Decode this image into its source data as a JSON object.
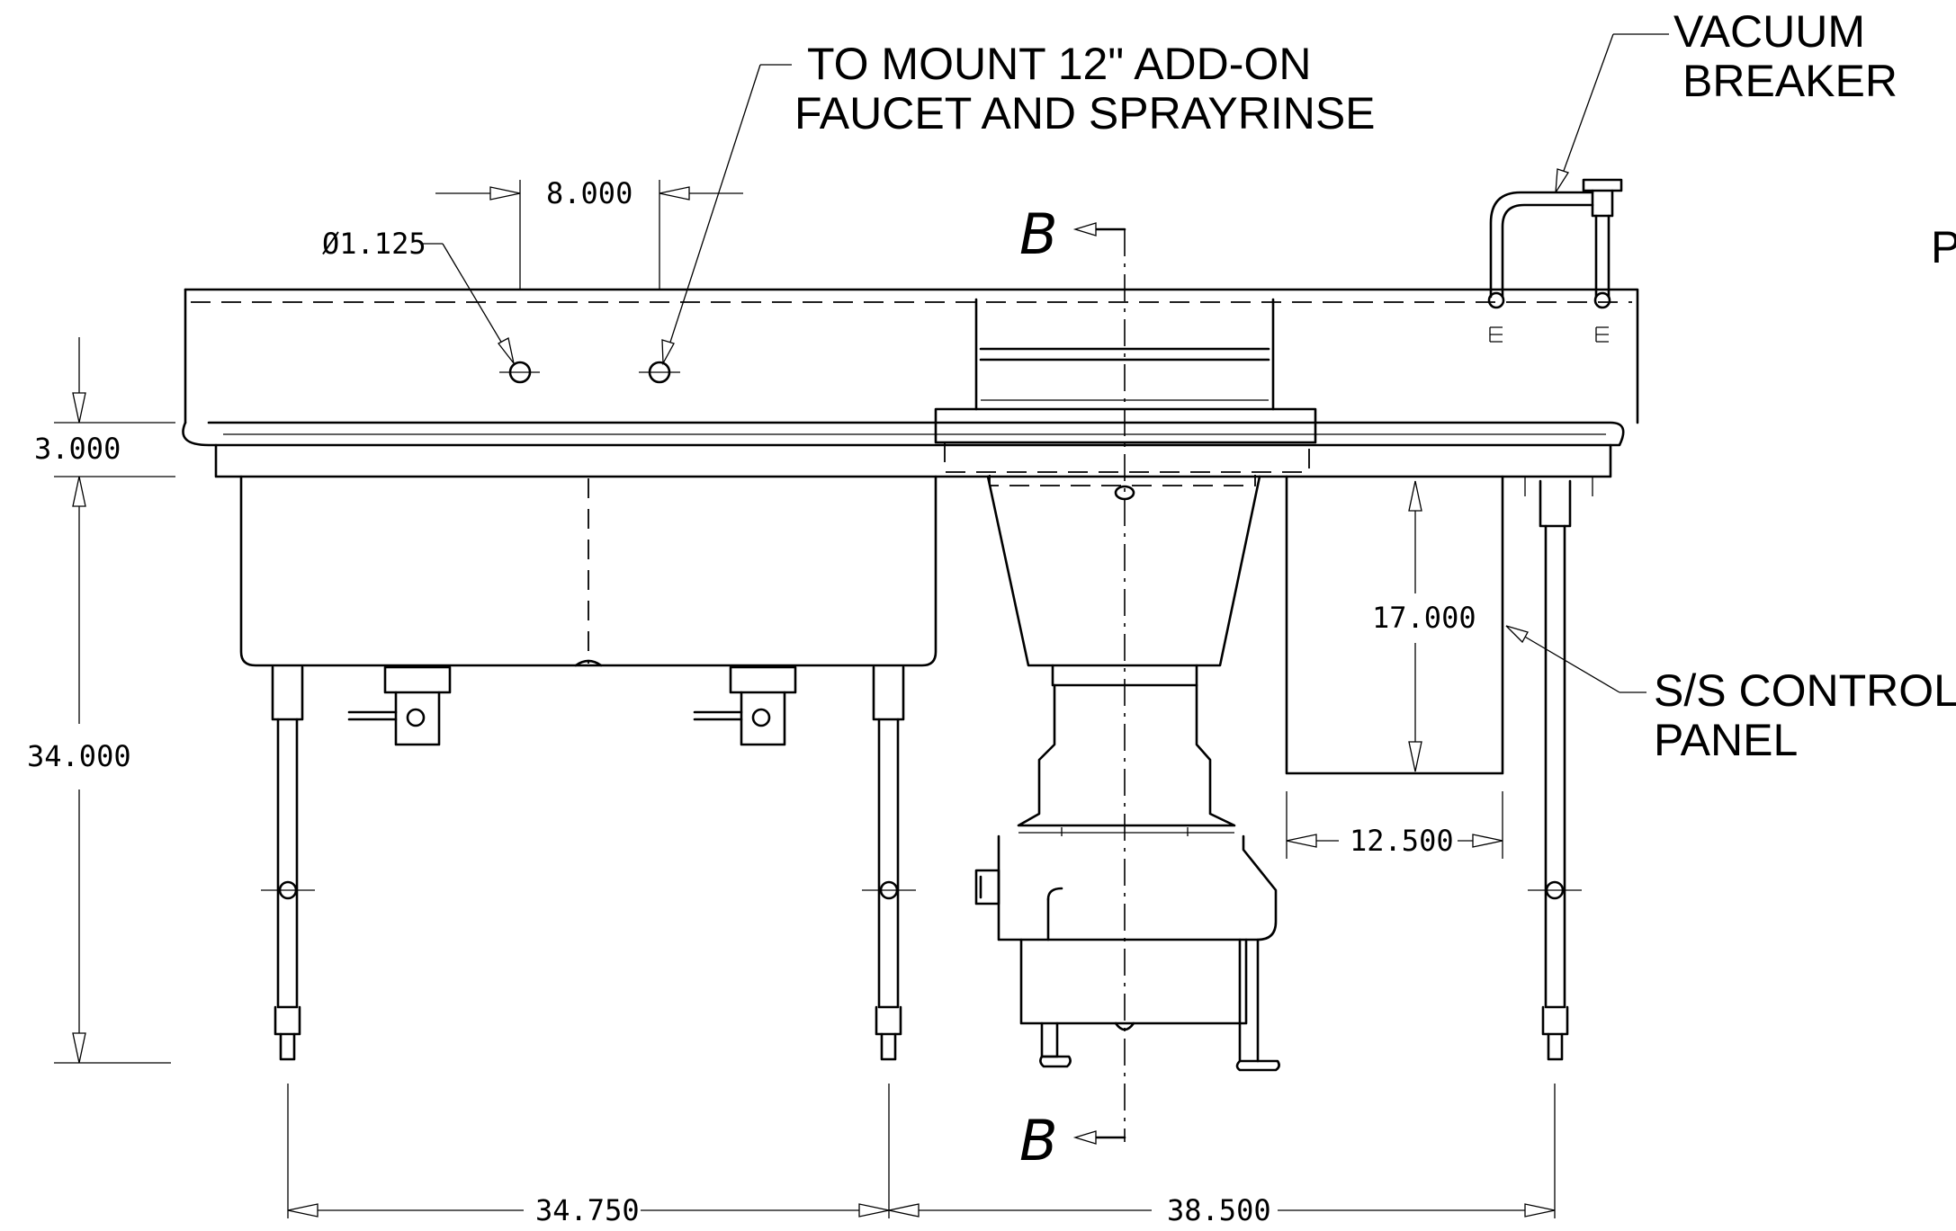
{
  "notes": {
    "faucet_line1": "TO MOUNT 12\" ADD-ON",
    "faucet_line2": "FAUCET AND SPRAYRINSE",
    "vacuum_line1": "VACUUM",
    "vacuum_line2": "BREAKER",
    "panel_line1": "S/S CONTROL",
    "panel_line2": "PANEL",
    "cut_off_letter": "P"
  },
  "dimensions": {
    "hole_spacing": "8.000",
    "hole_diameter": "Ø1.125",
    "splash_height": "3.000",
    "table_height": "34.000",
    "panel_height": "17.000",
    "panel_width": "12.500",
    "leg_spacing_left": "34.750",
    "leg_spacing_right": "38.500"
  },
  "section": {
    "top": "B",
    "bottom": "B"
  }
}
